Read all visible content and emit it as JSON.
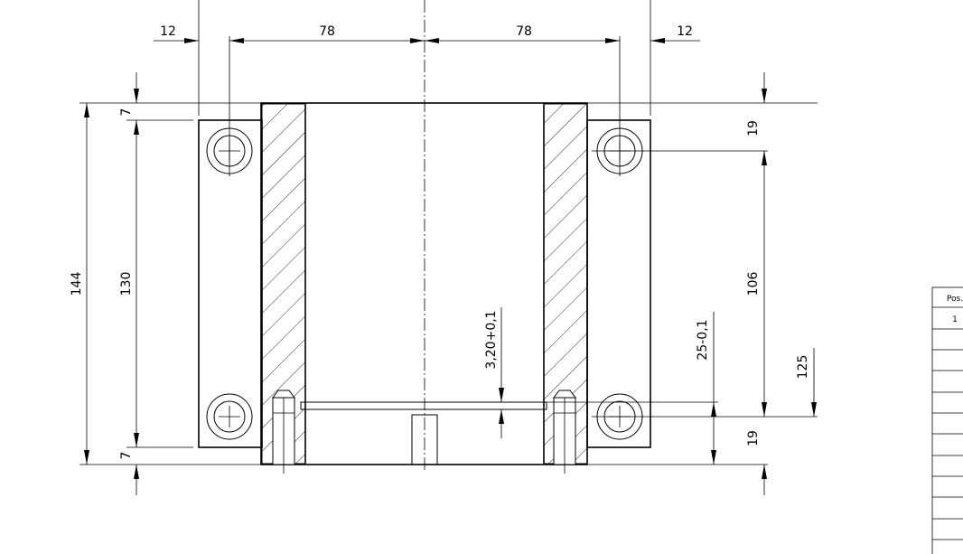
{
  "dimensions": {
    "left_margin": "12",
    "left_span": "78",
    "right_span": "78",
    "right_margin": "12",
    "top_offset_left": "7",
    "bottom_offset_left": "7",
    "hole_spacing_left": "130",
    "overall_height": "144",
    "top_hole_right": "19",
    "hole_spacing_right": "106",
    "bottom_hole_right": "19",
    "groove_depth": "3,20+0,1",
    "groove_height": "25-0,1",
    "level_125": "125"
  },
  "parts_table": {
    "header": "Pos.",
    "rows": [
      "1"
    ]
  }
}
